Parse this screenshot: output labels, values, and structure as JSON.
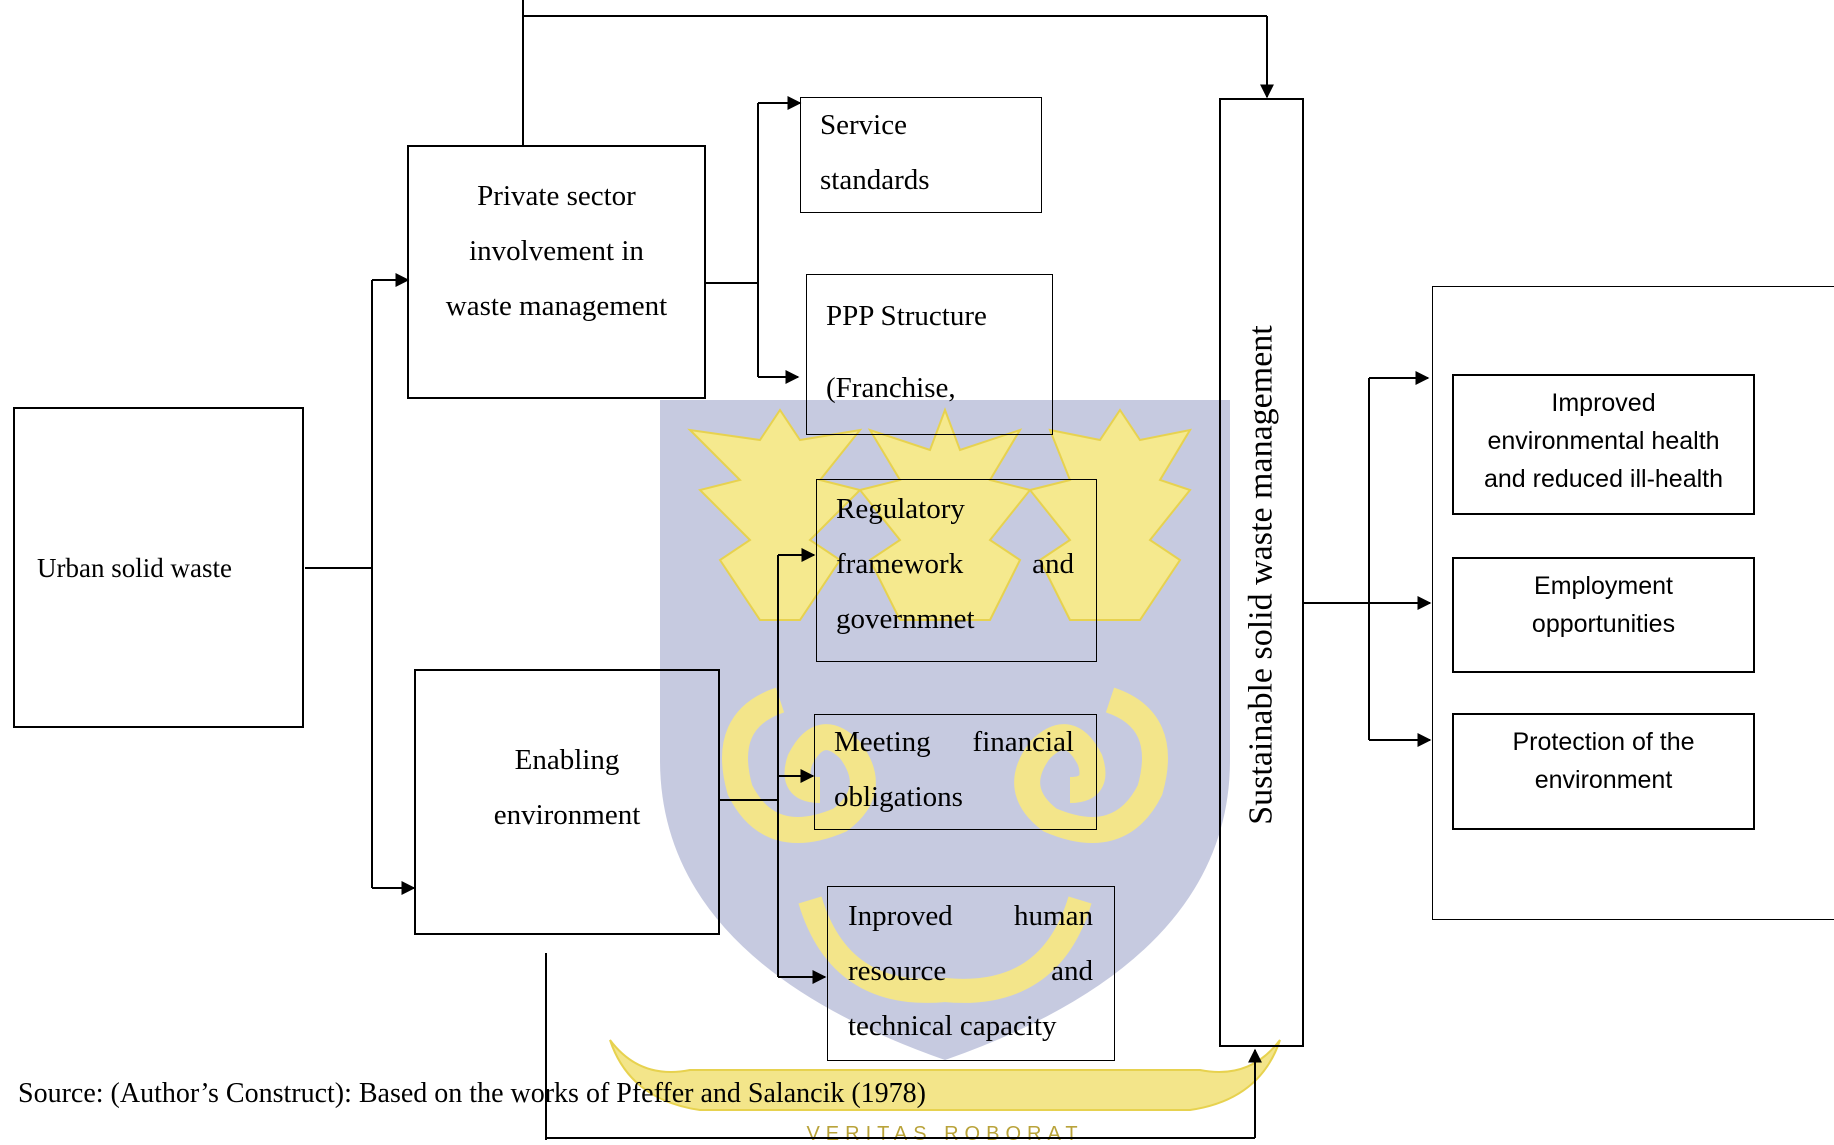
{
  "nodes": {
    "urban_waste": "Urban solid waste",
    "private_sector": [
      "Private sector",
      "involvement in",
      "waste management"
    ],
    "enabling": [
      "Enabling",
      "environment"
    ],
    "service_standards": [
      "Service",
      "standards"
    ],
    "ppp_structure": [
      "PPP Structure",
      "(Franchise,"
    ],
    "regulatory": [
      "Regulatory",
      "framework and",
      "governmnet"
    ],
    "financial": [
      "Meeting financial",
      "obligations"
    ],
    "human_resource": [
      "Inproved human",
      "resource and",
      "technical capacity"
    ],
    "sustainable": "Sustainable solid waste management",
    "outcomes": [
      [
        "Improved",
        "environmental health",
        "and reduced ill-health"
      ],
      [
        "Employment",
        "opportunities"
      ],
      [
        "Protection of the",
        "environment"
      ]
    ]
  },
  "watermark": {
    "description": "University of Cape Coast crest",
    "color_blue": "#b9bed8",
    "color_gold": "#f3e58a",
    "motto": "VERITAS ROBORAT"
  },
  "source_note": "Source: (Author’s Construct): Based on the works of Pfeffer and Salancik (1978)"
}
